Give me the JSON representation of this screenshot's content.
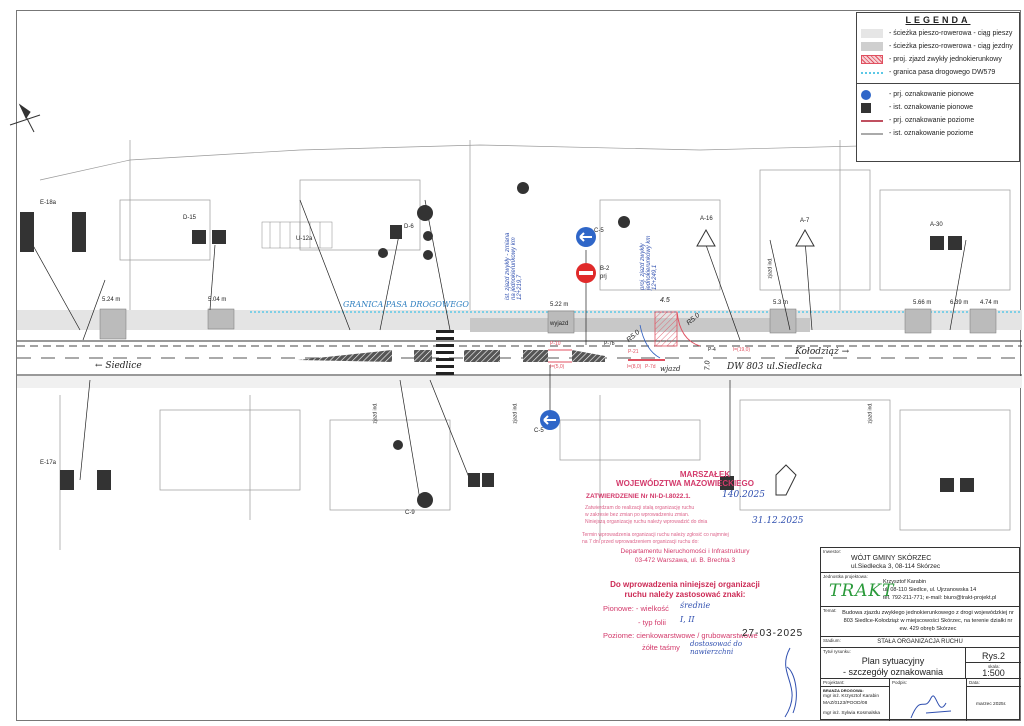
{
  "legend": {
    "title": "LEGENDA",
    "items": [
      {
        "label": "- ścieżka pieszo-rowerowa - ciąg pieszy",
        "swatch": "#e6e6e6"
      },
      {
        "label": "- ścieżka pieszo-rowerowa - ciąg jezdny",
        "swatch": "#cfcfcf"
      },
      {
        "label": "- proj. zjazd zwykły jednokierunkowy",
        "swatch": "#e8a0a8"
      },
      {
        "label": "- granica pasa drogowego DW579",
        "swatch": "#5bc8e6"
      }
    ],
    "marks": [
      {
        "label": "- prj. oznakowanie pionowe",
        "icon": "blue-arrow-sign-icon"
      },
      {
        "label": "- ist. oznakowanie pionowe",
        "icon": "black-sign-icon"
      },
      {
        "label": "- prj. oznakowanie poziome",
        "icon": "red-line-icon"
      },
      {
        "label": "- ist. oznakowanie poziome",
        "icon": "gray-line-icon"
      }
    ]
  },
  "plan": {
    "road_name": "DW 803 ul.Siedlecka",
    "direction_west": "← Siedlice",
    "direction_east": "Kołodziąż →",
    "boundary_label": "GRANICA PASA DROGOWEGO",
    "entry": "wjazd",
    "exit": "wyjazd",
    "dims": [
      "5.24 m",
      "5.04 m",
      "5.22 m",
      "5.3 m",
      "5.66 m",
      "6.39 m",
      "4.74 m",
      "4.5",
      "R5.0",
      "R5.0",
      "7.0"
    ],
    "zjazd_label": "zjazd ind.",
    "signs": {
      "c5": "C-5",
      "b2": "B-2",
      "prj": "prj",
      "ist": "ist",
      "d6": "D-6",
      "c9": "C-9",
      "d15": "D-15",
      "a16": "A-16",
      "a30": "A-30",
      "e17a": "E-17a",
      "e18a": "E-18a",
      "u12a": "U-12a",
      "a7": "A-7"
    },
    "annotation_existing": "ist. zjazd zwykły - zmiana na jednokierunkowy km 12+219,7",
    "annotation_project": "proj. zjazd zwykły jednokierunkowy km 12+249,1",
    "marking_labels": [
      "P-7b",
      "P-4",
      "P-21",
      "P-7d",
      "P-10",
      "l=(5,0)",
      "l=(8,0)",
      "l=(19,0)"
    ]
  },
  "stamp": {
    "office": "MARSZAŁEK",
    "office2": "WOJEWÓDZTWA MAZOWIECKIEGO",
    "approval": "ZATWIERDZENIE Nr NI-D-I.8022.1.",
    "approval_hw": "140.2025",
    "line1": "Zatwierdzam do realizacji stałą organizację ruchu",
    "line2": "w zakresie bez zmian po wprowadzeniu zmian.",
    "line3": "Niniejszą organizację ruchu należy wprowadzić do dnia",
    "deadline_hw": "31.12.2025",
    "notice1": "Termin wprowadzenia organizacji ruchu należy zgłosić co najmniej",
    "notice2": "na 7 dni przed wprowadzeniem organizacji ruchu do:",
    "dept1": "Departamentu Nieruchomości i Infrastruktury",
    "dept2": "03-472 Warszawa, ul. B. Brechta 3",
    "signs_title1": "Do wprowadzenia niniejszej organizacji",
    "signs_title2": "ruchu należy zastosować znaki:",
    "vertical": "Pionowe: - wielkość",
    "vertical_hw": "średnie",
    "foil": "- typ folii",
    "foil_hw": "I, II",
    "horizontal": "Poziome: cienkowarstwowe / grubowarstwowe",
    "yellow": "żółte taśmy",
    "yellow_hw": "dostosować do nawierzchni",
    "date_stamp": "27-03-2025"
  },
  "title_block": {
    "investor_label": "Inwestor:",
    "investor_name": "WÓJT GMINY SKÓRZEC",
    "investor_addr": "ul.Siedlecka 3, 08-114 Skórzec",
    "unit_label": "Jednostka projektowa:",
    "logo": "TRAKT",
    "unit_person": "Krzysztof Karabin",
    "unit_addr": "ul. 08-110 Siedlce, ul. Ujrzanowska 14",
    "unit_contact": "tel. 792-211-771; e-mail: biuro@trakt-projekt.pl",
    "topic_label": "Temat:",
    "topic": "Budowa zjazdu zwykłego jednokierunkowego z drogi wojewódzkiej nr 803 Siedlce-Kołodziąż w miejscowości Skórzec, na terenie działki nr ew. 429 obręb Skórzec",
    "stage_label": "Stadium:",
    "stage": "STAŁA ORGANIZACJA RUCHU",
    "drawing_label": "Tytuł rysunku:",
    "drawing_title1": "Plan sytuacyjny",
    "drawing_title2": "- szczegóły oznakowania",
    "sheet": "Rys.2",
    "scale_label": "skala:",
    "scale": "1:500",
    "designers_label": "Projektant:",
    "signature_label": "Podpis:",
    "date_label": "Data:",
    "branch": "BRANŻA DROGOWA:",
    "designer1": "mgr inż. Krzysztof Karabin",
    "license": "MAZ/0123/POOD/08",
    "designer2": "mgr inż. Sylwia Kosmalska",
    "date": "marzec 2025r."
  }
}
